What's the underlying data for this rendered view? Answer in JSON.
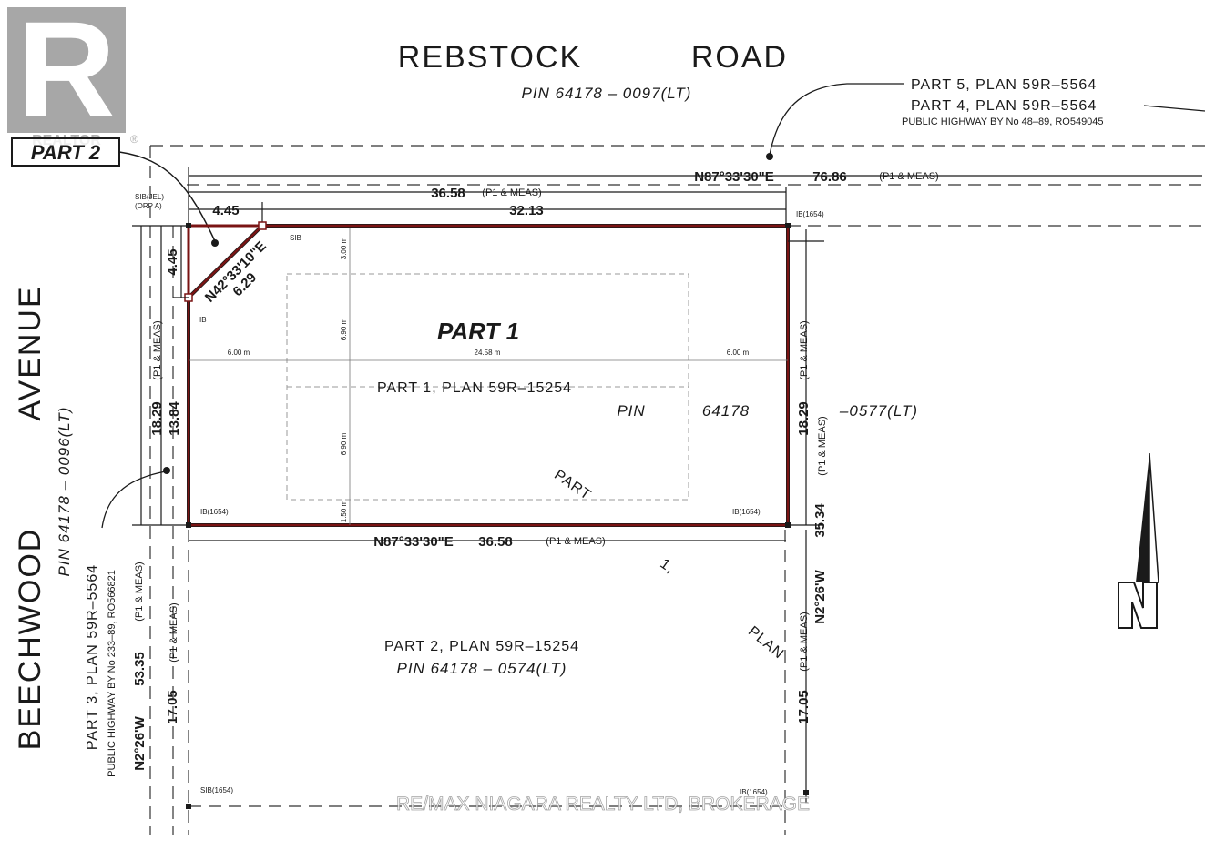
{
  "logo": {
    "letter": "R",
    "brand": "REALTOR",
    "registered": "®"
  },
  "roads": {
    "top_name_1": "REBSTOCK",
    "top_name_2": "ROAD",
    "top_pin": "PIN  64178  –  0097(LT)",
    "left_name_1": "BEECHWOOD",
    "left_name_2": "AVENUE",
    "left_pin": "PIN  64178  –  0096(LT)"
  },
  "labels": {
    "part2_box": "PART 2",
    "part5_plan": "PART 5,    PLAN   59R–5564",
    "part4_plan": "PART 4,    PLAN   59R–5564",
    "highway_top": "PUBLIC HIGHWAY BY No 48–89, RO549045",
    "part3_plan": "PART 3,    PLAN    59R–5564",
    "highway_left": "PUBLIC HIGHWAY BY No 233–89, RO566821",
    "part1_title": "PART 1",
    "part1_plan": "PART 1,    PLAN  59R–15254",
    "pin_mid_1": "PIN",
    "pin_mid_2": "64178",
    "pin_mid_3": "–0577(LT)",
    "part_diag_1": "PART",
    "part_diag_2": "1,",
    "part_diag_3": "PLAN",
    "part2_plan": "PART 2,    PLAN  59R–15254",
    "part2_pin": "PIN   64178   –   0574(LT)",
    "north": "N"
  },
  "monuments": {
    "sib_jel": "SIB(JEL)",
    "orp_a": "(ORP A)",
    "ib_top_right": "IB(1654)",
    "sib": "SIB",
    "ib": "IB",
    "ib_left_bottom": "IB(1654)",
    "ib_right_bottom": "IB(1654)",
    "sib_bottom": "SIB(1654)",
    "ib_bottom_right": "IB(1654)"
  },
  "dimensions": {
    "top_bearing": "N87°33'30\"E",
    "top_length": "76.86",
    "top_qual": "(P1 & MEAS)",
    "top_36": "36.58",
    "top_36_qual": "(P1 & MEAS)",
    "d_445_top": "4.45",
    "d_3213": "32.13",
    "d_445_left": "4.45",
    "diag_bearing": "N42°33'10\"E",
    "diag_length": "6.29",
    "left_1829": "18.29",
    "left_qual": "(P1 & MEAS)",
    "left_1384": "13.84",
    "right_1829": "18.29",
    "right_qual_1": "(P1 & MEAS)",
    "right_qual_2": "(P1 & MEAS)",
    "bottom_bearing": "N87°33'30\"E",
    "bottom_length": "36.58",
    "bottom_qual": "(P1 & MEAS)",
    "right_3534": "35.34",
    "right_n226w": "N2°26'W",
    "right_qual_3": "(P1 & MEAS)",
    "right_1705": "17.05",
    "left_5335": "53.35",
    "left_qual_2": "(P1 & MEAS)",
    "left_qual_3": "(P1 & MEAS)",
    "left_1705": "17.05",
    "left_n226w": "N2°26'W"
  },
  "setbacks": {
    "top": "3.00 m",
    "left": "6.00 m",
    "mid_width": "24.58 m",
    "right": "6.00 m",
    "upper_depth": "6.90 m",
    "lower_depth": "6.90 m",
    "bottom": "1.50 m"
  },
  "watermark": "RE/MAX NIAGARA REALTY LTD, BROKERAGE",
  "colors": {
    "parcel_outline": "#7a1414",
    "line": "#1a1a1a",
    "logo_bg": "#a7a7a7"
  }
}
